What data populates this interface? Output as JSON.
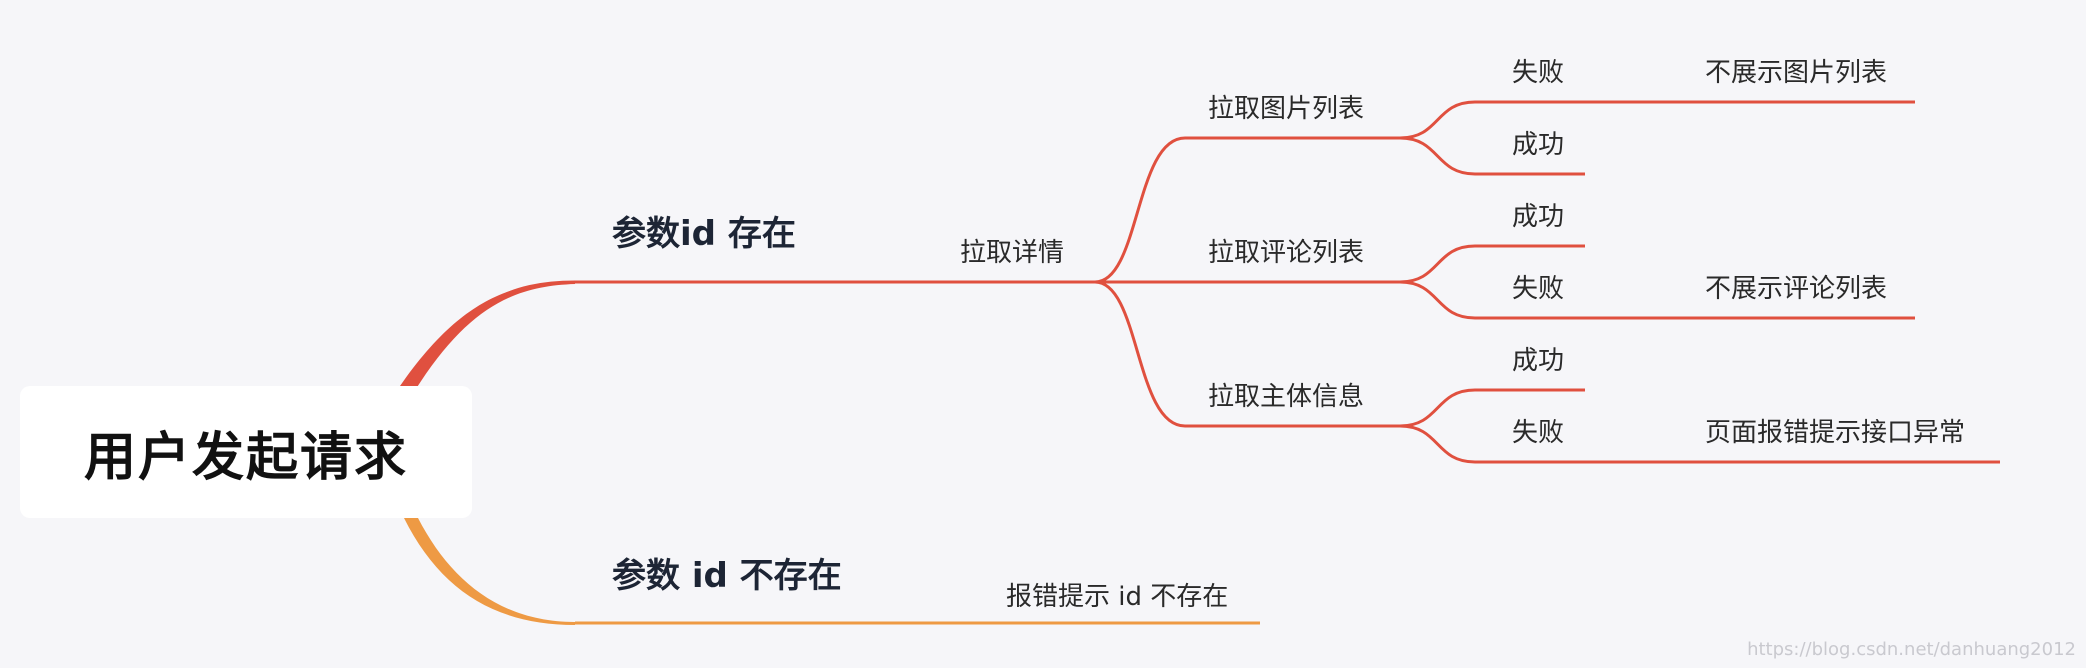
{
  "root": {
    "label": "用户发起请求"
  },
  "branches": {
    "exists": {
      "label": "参数id 存在",
      "detail": {
        "label": "拉取详情",
        "images": {
          "label": "拉取图片列表",
          "fail": "失败",
          "fail_result": "不展示图片列表",
          "success": "成功"
        },
        "comments": {
          "label": "拉取评论列表",
          "success": "成功",
          "fail": "失败",
          "fail_result": "不展示评论列表"
        },
        "subject": {
          "label": "拉取主体信息",
          "success": "成功",
          "fail": "失败",
          "fail_result": "页面报错提示接口异常"
        }
      }
    },
    "missing": {
      "label": "参数 id 不存在",
      "result": "报错提示 id 不存在"
    }
  },
  "watermark": "https://blog.csdn.net/danhuang2012",
  "colors": {
    "red": "#e0503f",
    "orange": "#ee9a44",
    "background": "#f6f6f9"
  }
}
